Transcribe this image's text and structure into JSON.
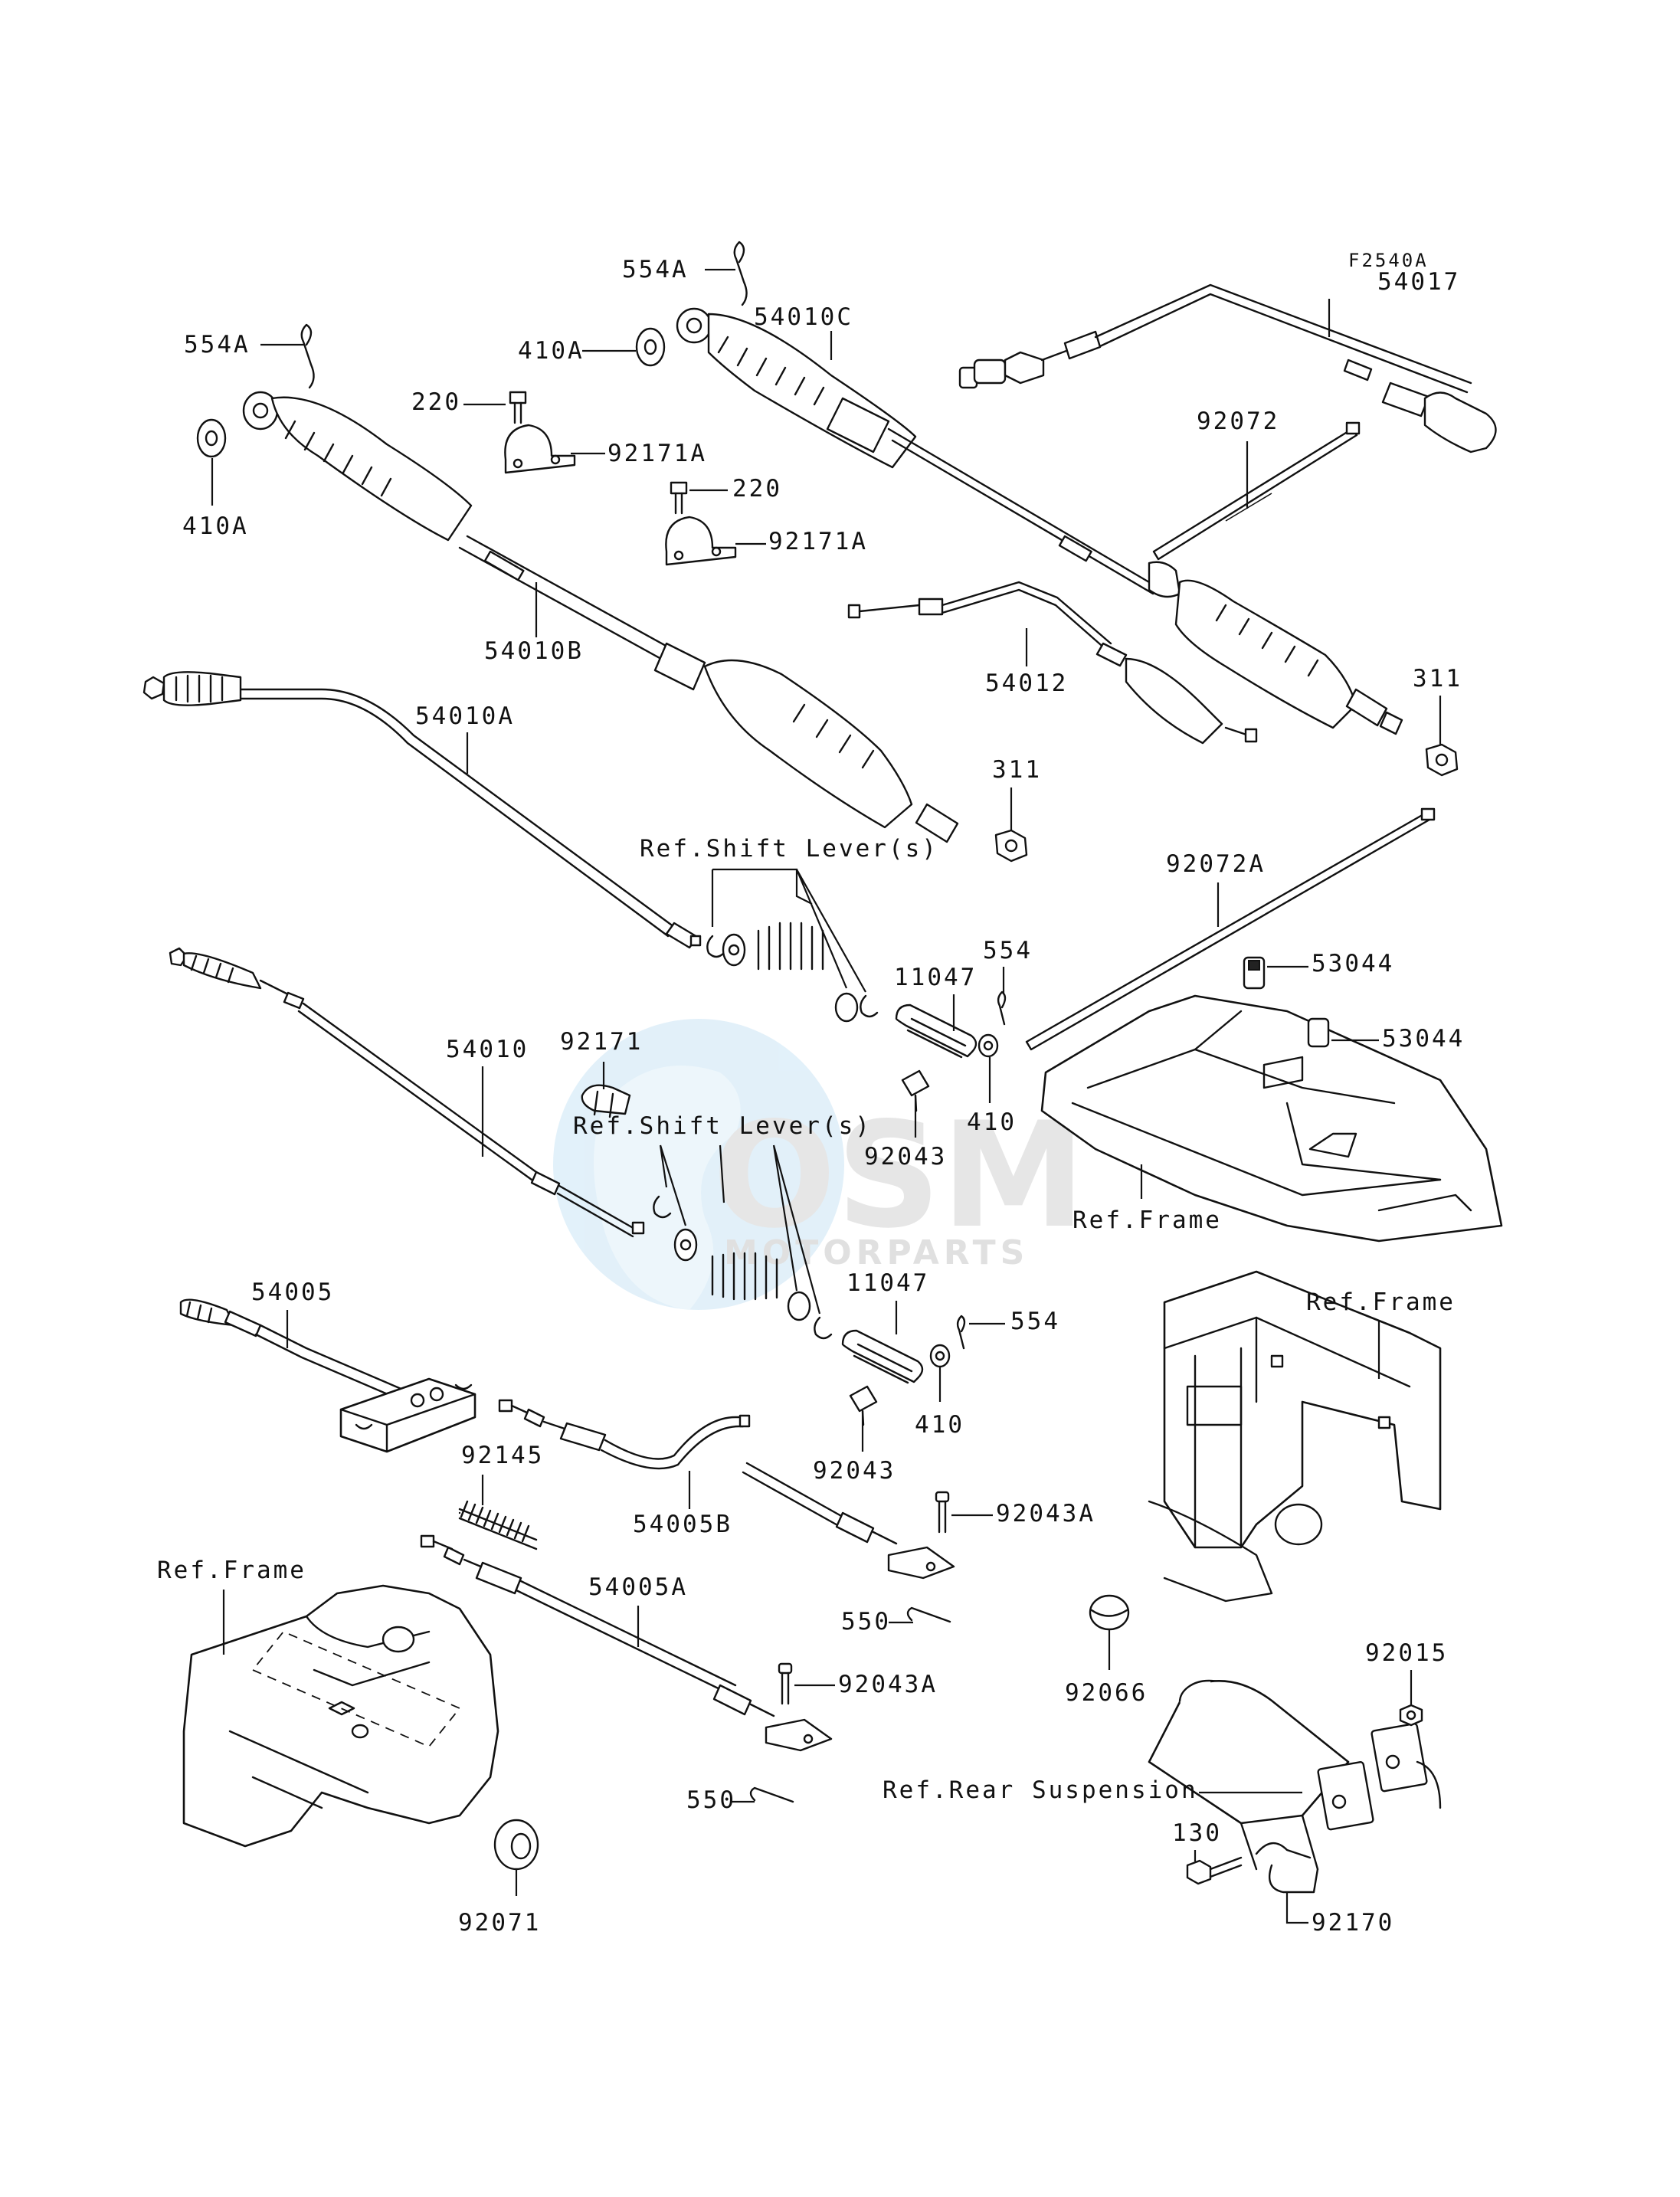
{
  "diagram_code": "F2540A",
  "watermark": {
    "brand": "OSM",
    "sub": "MOTORPARTS"
  },
  "labels": {
    "p554A_top": "554A",
    "p554A_left": "554A",
    "p410A_top": "410A",
    "p410A_left": "410A",
    "p220_top": "220",
    "p220_mid": "220",
    "p92171A_top": "92171A",
    "p92171A_mid": "92171A",
    "p54010C": "54010C",
    "p54017": "54017",
    "p92072": "92072",
    "p54010B": "54010B",
    "p54012": "54012",
    "p311_right": "311",
    "p311_mid": "311",
    "p54010A": "54010A",
    "ref_shift_lever_1": "Ref.Shift Lever(s)",
    "ref_shift_lever_2": "Ref.Shift Lever(s)",
    "p92072A": "92072A",
    "p554_top": "554",
    "p554_bottom": "554",
    "p11047_top": "11047",
    "p11047_bottom": "11047",
    "p53044_top": "53044",
    "p53044_bottom": "53044",
    "p92171": "92171",
    "p54010": "54010",
    "p410_top": "410",
    "p410_bottom": "410",
    "p92043_top": "92043",
    "p92043_bottom": "92043",
    "ref_frame_1": "Ref.Frame",
    "ref_frame_2": "Ref.Frame",
    "ref_frame_3": "Ref.Frame",
    "p54005": "54005",
    "p92145": "92145",
    "p54005B": "54005B",
    "p92043A_top": "92043A",
    "p92043A_bottom": "92043A",
    "p550_top": "550",
    "p550_bottom": "550",
    "p54005A": "54005A",
    "p92066": "92066",
    "p92015": "92015",
    "ref_rear_suspension": "Ref.Rear Suspension",
    "p130": "130",
    "p92170": "92170",
    "p92071": "92071"
  }
}
